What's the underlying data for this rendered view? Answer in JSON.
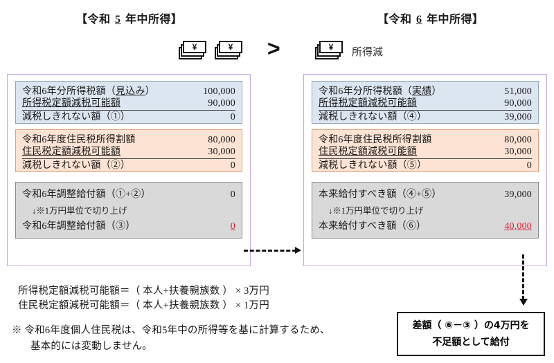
{
  "headers": {
    "left": {
      "pre": "【令和 ",
      "year": "5",
      "post": " 年中所得】"
    },
    "right": {
      "pre": "【令和 ",
      "year": "6",
      "post": " 年中所得】"
    }
  },
  "comparison": {
    "operator": ">",
    "income_decrease_label": "所得減",
    "money_icon_glyph": "¥"
  },
  "left_panel": {
    "income_tax_box": {
      "rows": [
        {
          "label": "令和6年分所得税額（見込み）",
          "label_underline_part": "見込み",
          "value": "100,000"
        },
        {
          "label": "所得税定額減税可能額",
          "underlined": true,
          "value": "90,000"
        },
        {
          "label": "減税しきれない額（①）",
          "value": "0"
        }
      ]
    },
    "resident_tax_box": {
      "rows": [
        {
          "label": "令和6年度住民税所得割額",
          "value": "80,000"
        },
        {
          "label": "住民税定額減税可能額",
          "underlined": true,
          "value": "30,000"
        },
        {
          "label": "減税しきれない額（②）",
          "value": "0"
        }
      ]
    },
    "payment_box": {
      "rows": [
        {
          "label": "令和6年調整給付額（①+②）",
          "value": "0"
        }
      ],
      "note": "↓※1万円単位で切り上げ",
      "result": {
        "label": "令和6年調整給付額（③）",
        "value": "0",
        "color": "#e8192c"
      }
    }
  },
  "right_panel": {
    "income_tax_box": {
      "rows": [
        {
          "label": "令和6年分所得税額（実績）",
          "label_underline_part": "実績",
          "value": "51,000"
        },
        {
          "label": "所得税定額減税可能額",
          "underlined": true,
          "value": "90,000"
        },
        {
          "label": "減税しきれない額（④）",
          "value": "39,000"
        }
      ]
    },
    "resident_tax_box": {
      "rows": [
        {
          "label": "令和6年度住民税所得割額",
          "value": "80,000"
        },
        {
          "label": "住民税定額減税可能額",
          "underlined": true,
          "value": "30,000"
        },
        {
          "label": "減税しきれない額（⑤）",
          "value": "0"
        }
      ]
    },
    "payment_box": {
      "rows": [
        {
          "label": "本来給付すべき額（④+⑤）",
          "value": "39,000"
        }
      ],
      "note": "↓※1万円単位で切り上げ",
      "result": {
        "label": "本来給付すべき額（⑥）",
        "value": "40,000",
        "color": "#e8192c"
      }
    }
  },
  "footnotes": [
    "所得税定額減税可能額＝（ 本人+扶養親族数 ） ×  3万円",
    "住民税定額減税可能額＝（ 本人+扶養親族数 ） ×  1万円",
    "※ 令和6年度個人住民税は、令和5年中の所得等を基に計算するため、",
    "基本的には変動しません。"
  ],
  "callout": {
    "line1": "差額（ ⑥－③ ）の4万円を",
    "line2": "不足額として給付"
  },
  "colors": {
    "panel_border": "#c9a8dd",
    "blue_box": "#dce6f1",
    "orange_box": "#fce3d4",
    "gray_box": "#d9d9d9",
    "highlight_red": "#e8192c"
  }
}
